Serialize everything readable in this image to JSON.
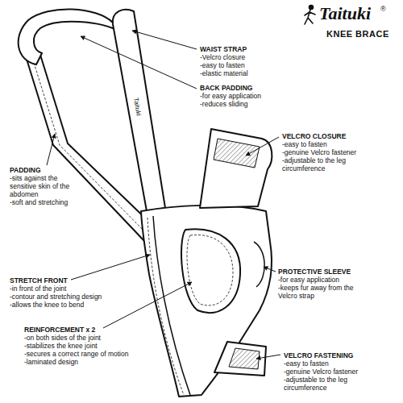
{
  "diagram": {
    "title": "KNEE BRACE",
    "labels": [
      "Taituki",
      "®",
      "WAIST STRAP",
      "-Velcro closure",
      "-easy to fasten",
      "-elastic material",
      "BACK PADDING",
      "-for easy application",
      "-reduces sliding",
      "Taituki",
      "VELCRO CLOSURE",
      "-easy to fasten",
      "-genuine Velcro fastener",
      "-adjustable to the leg circumference",
      "PADDING",
      "-sits against the sensitive skin of the abdomen",
      "-soft and stretching",
      "STRETCH FRONT",
      "-in front of the joint",
      "-contour and stretching design",
      "-allows the knee to bend",
      "PROTECTIVE SLEEVE",
      "-for easy application",
      "-keeps fur away from the Velcro strap",
      "REINFORCEMENT x 2",
      "-on both sides of the joint",
      "-stabilizes the knee joint",
      "-secures a correct range of motion",
      "-laminated design",
      "VELCRO FASTENING",
      "-easy to fasten",
      "-genuine Velcro fastener",
      "-adjustable to the leg circumference"
    ]
  }
}
